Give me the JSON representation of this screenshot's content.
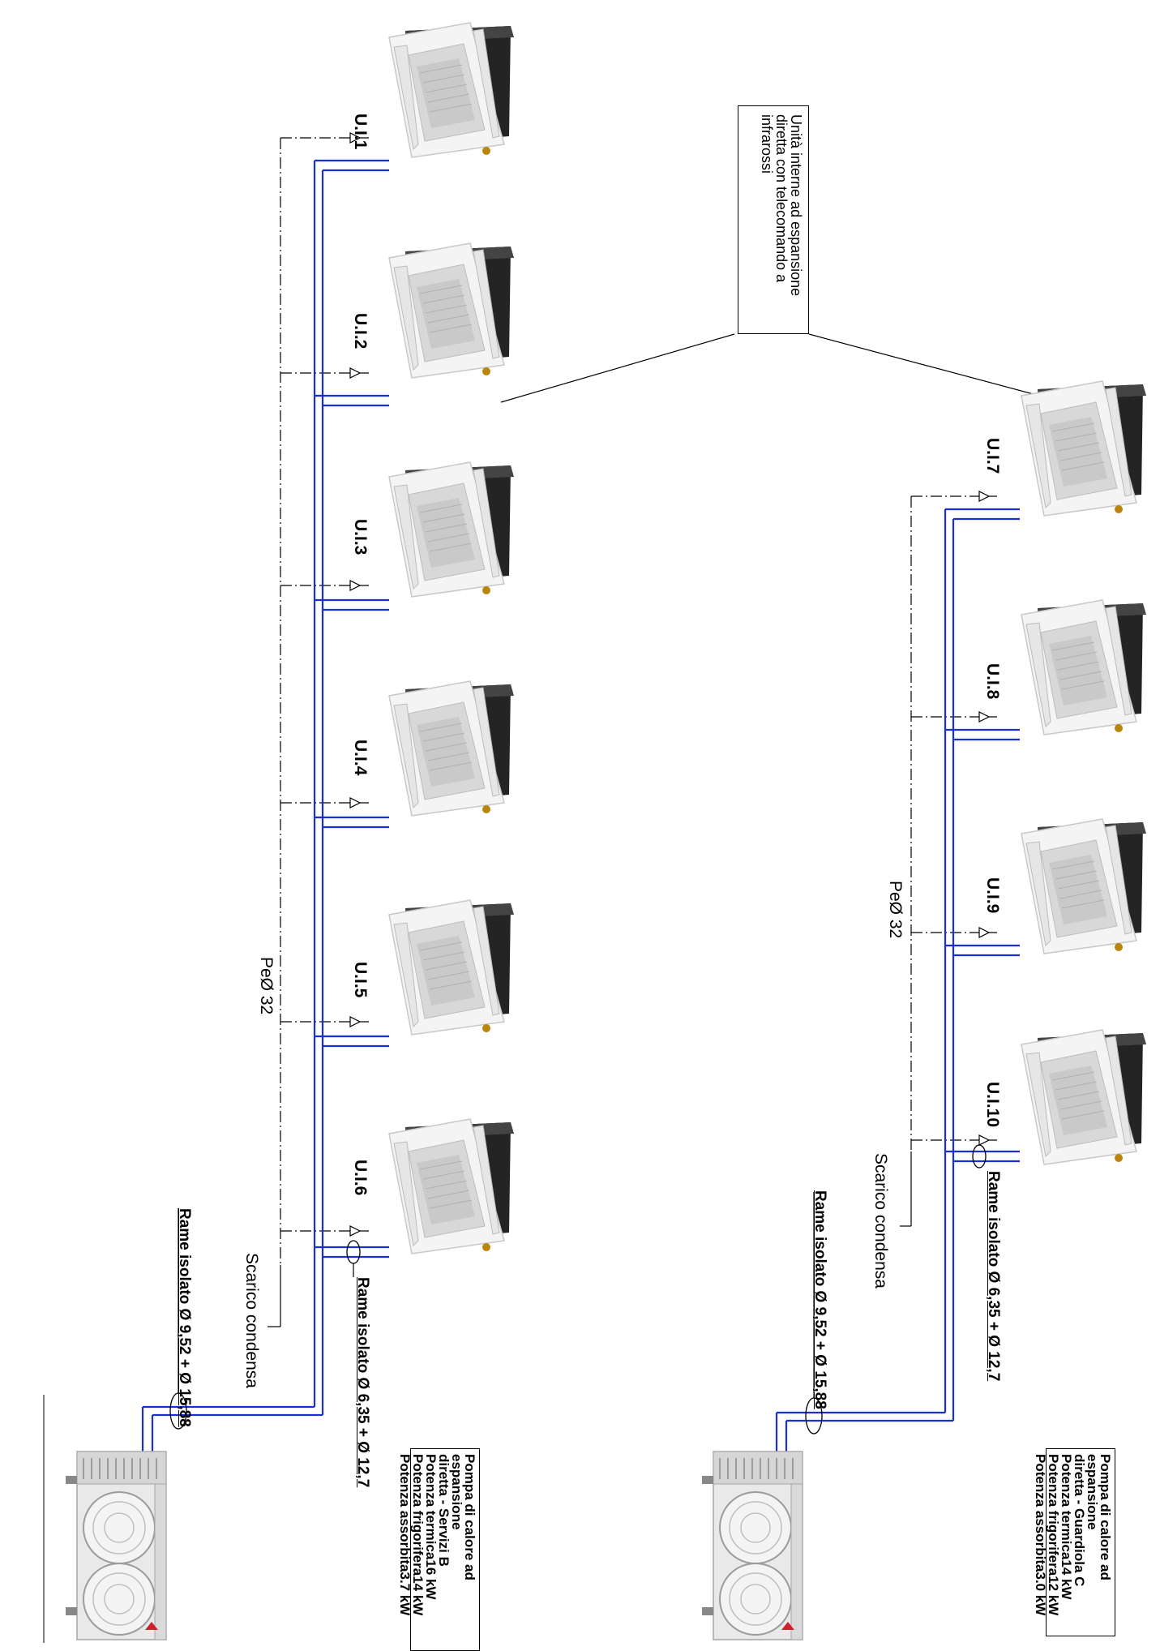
{
  "callout": {
    "lines": [
      "Unità interne ad espansione",
      "diretta con telecomando a",
      "infrarossi"
    ]
  },
  "left_system": {
    "indoor_units": [
      "U.I.1",
      "U.I.2",
      "U.I.3",
      "U.I.4",
      "U.I.5",
      "U.I.6"
    ],
    "pipe_main": "Rame isolato Ø 9,52 + Ø 15,88",
    "pipe_branch": "Rame isolato Ø 6,35 + Ø 12,7",
    "drain": "Scarico condensa",
    "drain_pipe": "PeØ 32",
    "pump": {
      "title_1": "Pompa di calore ad espansione",
      "title_2": "diretta - Servizi B",
      "rows": [
        {
          "label": "Potenza termica",
          "value": "16 kW"
        },
        {
          "label": "Potenza frigorifera",
          "value": "14 kW"
        },
        {
          "label": "Potenza assorbita",
          "value": "3.7 kW"
        }
      ]
    }
  },
  "right_system": {
    "indoor_units": [
      "U.I.7",
      "U.I.8",
      "U.I.9",
      "U.I.10"
    ],
    "pipe_main": "Rame isolato Ø 9,52 + Ø 15,88",
    "pipe_branch": "Rame isolato Ø 6,35 + Ø 12,7",
    "drain": "Scarico condensa",
    "drain_pipe": "PeØ 32",
    "pump": {
      "title_1": "Pompa di calore ad espansione",
      "title_2": "diretta - Guardiola C",
      "rows": [
        {
          "label": "Potenza termica",
          "value": "14 kW"
        },
        {
          "label": "Potenza frigorifera",
          "value": "12 kW"
        },
        {
          "label": "Potenza assorbita",
          "value": "3.0 kW"
        }
      ]
    }
  },
  "colors": {
    "refrigerant_pipe": "#1a2fd6",
    "drain_line": "#000000",
    "unit_panel": "#f2f2f2",
    "unit_body": "#2b2b2b"
  },
  "icons": {
    "indoor_unit": "cassette-ac-unit-icon",
    "outdoor_unit": "outdoor-heat-pump-icon"
  }
}
